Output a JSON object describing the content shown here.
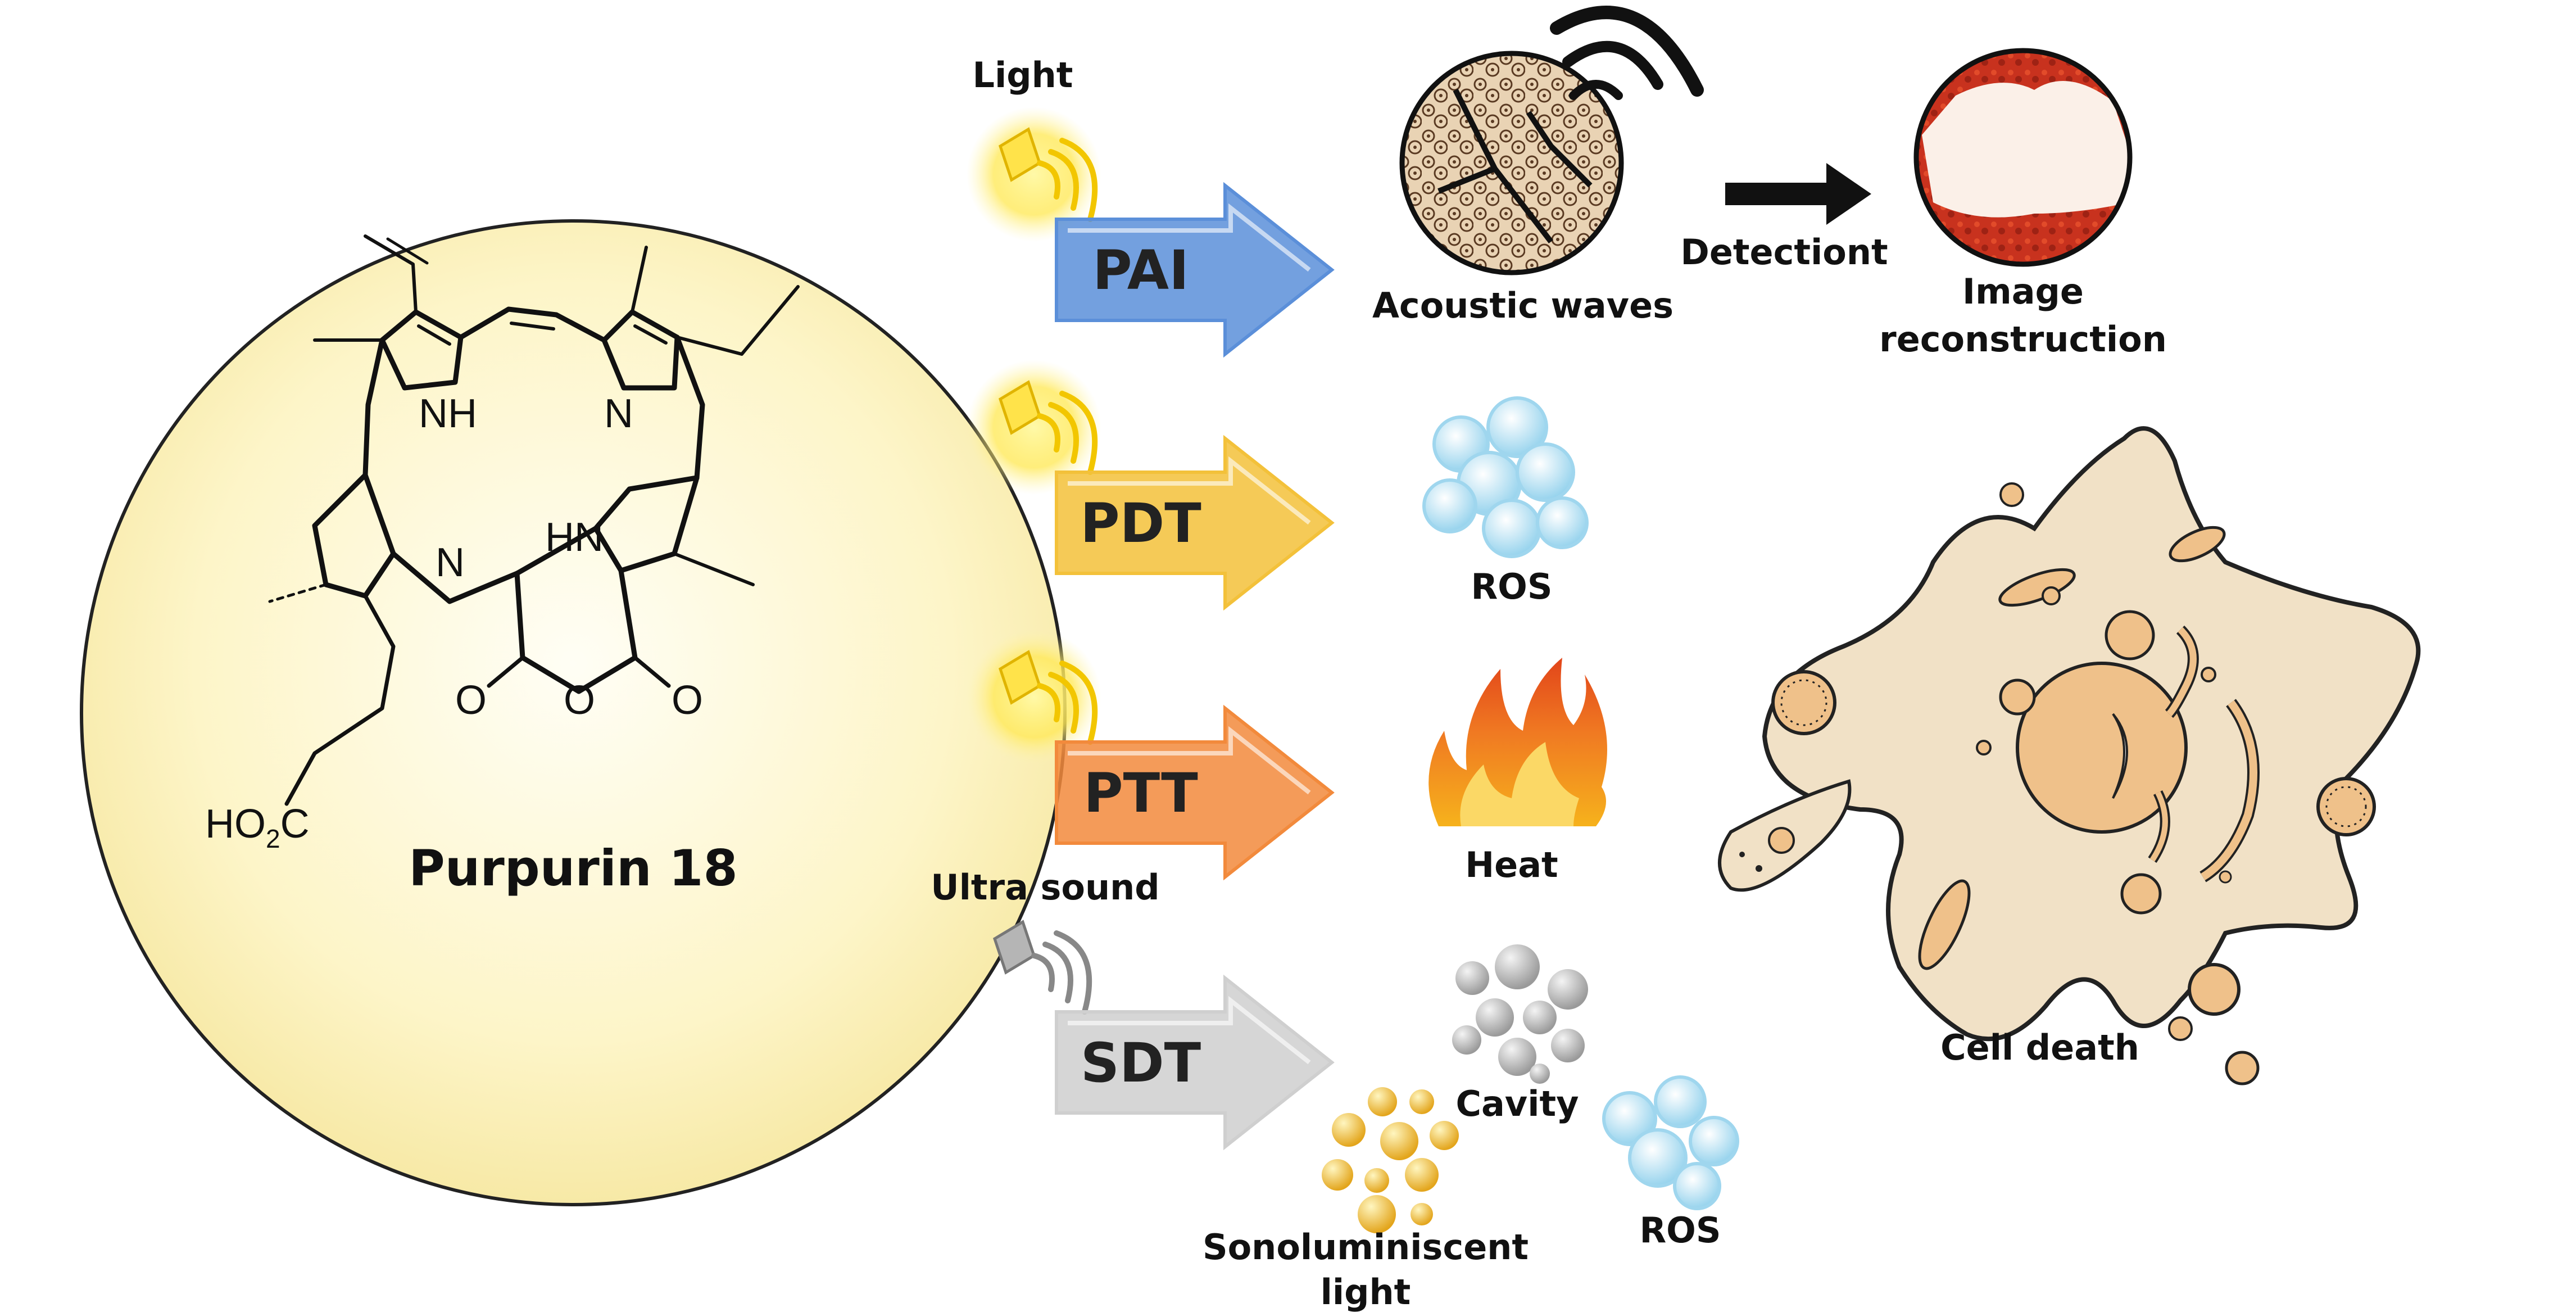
{
  "molecule": {
    "name": "Purpurin 18",
    "atoms": {
      "nh_top": "NH",
      "n_top": "N",
      "n_bottom": "N",
      "hn_bottom": "HN",
      "o_left": "O",
      "o_mid": "O",
      "o_right": "O",
      "acid_ho": "HO",
      "acid_sub": "2",
      "acid_c": "C"
    }
  },
  "sources": {
    "light": "Light",
    "ultrasound": "Ultra sound"
  },
  "modes": [
    {
      "label": "PAI",
      "color": "#5b8fd9"
    },
    {
      "label": "PDT",
      "color": "#f3c13a"
    },
    {
      "label": "PTT",
      "color": "#f28a3c"
    },
    {
      "label": "SDT",
      "color": "#cfcfcf"
    }
  ],
  "pai": {
    "waves": "Acoustic waves",
    "detection": "Detectiont",
    "image_line1": "Image",
    "image_line2": "reconstruction"
  },
  "pdt": {
    "product": "ROS"
  },
  "ptt": {
    "product": "Heat"
  },
  "sdt": {
    "cavity": "Cavity",
    "sono_line1": "Sonoluminiscent",
    "sono_line2": "light",
    "ros": "ROS"
  },
  "cell": {
    "label": "Cell death"
  }
}
